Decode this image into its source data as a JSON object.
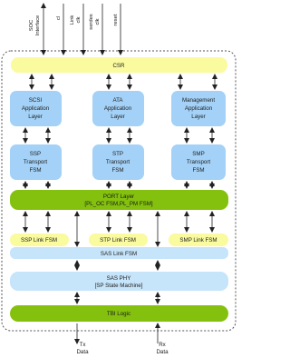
{
  "colors": {
    "frame": "#555555",
    "yellow": "#fafa9e",
    "blue": "#a3d1f7",
    "light_blue": "#c6e4fa",
    "green": "#84c10f",
    "arrow": "#222222"
  },
  "inputs": {
    "soc_interface": [
      "SOC",
      "Interface"
    ],
    "cl": "cl",
    "link_clk": [
      "Link",
      "clk"
    ],
    "serdes_clk": [
      "serdes",
      "clk"
    ],
    "reset": "reset"
  },
  "blocks": {
    "csr": "CSR",
    "scsi_app": [
      "SCSI",
      "Application",
      "Layer"
    ],
    "ata_app": [
      "ATA",
      "Application",
      "Layer"
    ],
    "mgmt_app": [
      "Management",
      "Application",
      "Layer"
    ],
    "ssp_transport": [
      "SSP",
      "Transport",
      "FSM"
    ],
    "stp_transport": [
      "STP",
      "Transport",
      "FSM"
    ],
    "smp_transport": [
      "SMP",
      "Transport",
      "FSM"
    ],
    "port_layer": [
      "PORT Layer",
      "[PL_OC FSM,PL_PM FSM]"
    ],
    "ssp_link": "SSP Link FSM",
    "stp_link": "STP Link FSM",
    "smp_link": "SMP Link FSM",
    "sas_link": "SAS Link FSM",
    "sas_phy": [
      "SAS PHY",
      "[SP State Machine]"
    ],
    "tbi_logic": "TBI Logic"
  },
  "outputs": {
    "tx_data": [
      "Tx",
      "Data"
    ],
    "rx_data": [
      "Rx",
      "Data"
    ]
  }
}
